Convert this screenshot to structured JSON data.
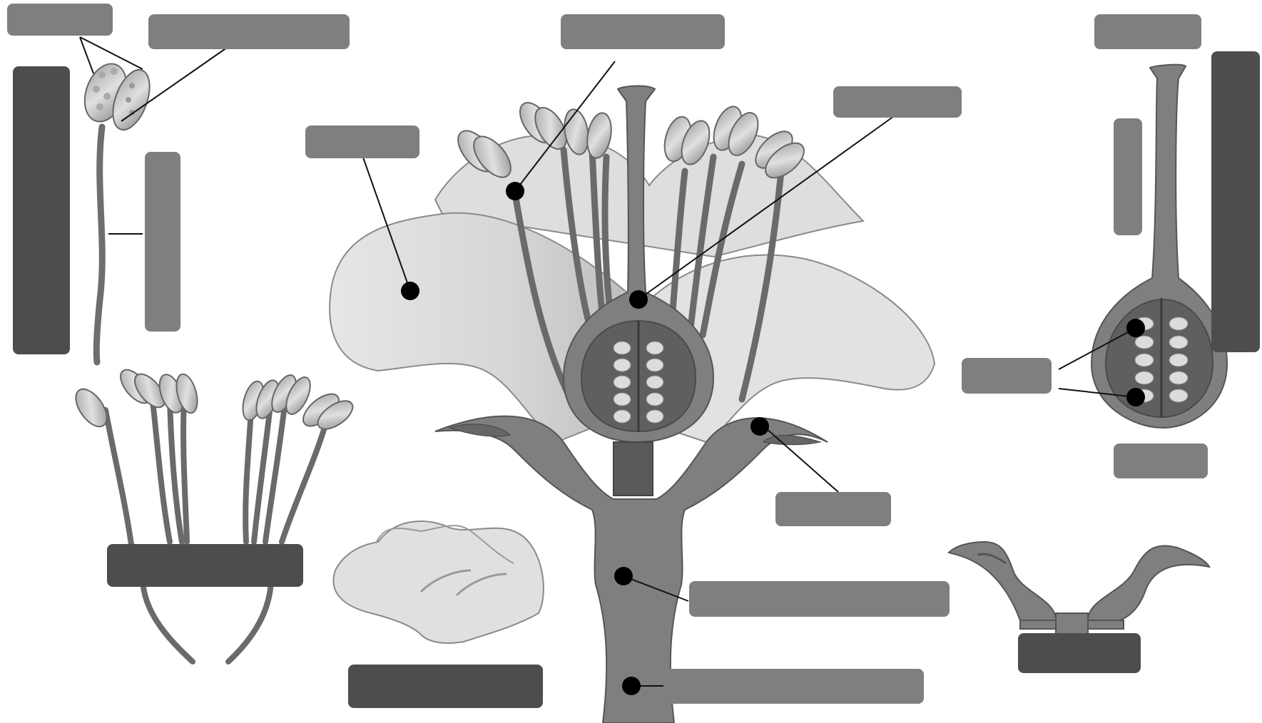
{
  "diagram": {
    "title": "",
    "colors": {
      "background": "#ffffff",
      "label_box": "#7f7f7f",
      "label_box_dark": "#4d4d4d",
      "organ_fill": "#808080",
      "organ_dark": "#5a5a5a",
      "petal_light": "#e0e0e0",
      "petal_shade": "#c6c6c6",
      "outline": "#555555",
      "marker": "#000000",
      "ovule": "#dcdcdc"
    },
    "label_boxes": [
      {
        "id": "stamen-top-left-small",
        "text": "",
        "tone": "mid"
      },
      {
        "id": "anther-label",
        "text": "",
        "tone": "mid"
      },
      {
        "id": "stamen-group-label",
        "text": "",
        "tone": "dark"
      },
      {
        "id": "filament-label",
        "text": "",
        "tone": "mid"
      },
      {
        "id": "petal-label",
        "text": "",
        "tone": "mid"
      },
      {
        "id": "stamen-center-label",
        "text": "",
        "tone": "mid"
      },
      {
        "id": "ovary-label",
        "text": "",
        "tone": "mid"
      },
      {
        "id": "pistil-top-label",
        "text": "",
        "tone": "mid"
      },
      {
        "id": "pistil-group-label",
        "text": "",
        "tone": "dark"
      },
      {
        "id": "style-label",
        "text": "",
        "tone": "mid"
      },
      {
        "id": "ovule-label",
        "text": "",
        "tone": "mid"
      },
      {
        "id": "ovary-bottom-label",
        "text": "",
        "tone": "mid"
      },
      {
        "id": "sepal-label",
        "text": "",
        "tone": "mid"
      },
      {
        "id": "receptacle-label",
        "text": "",
        "tone": "mid"
      },
      {
        "id": "stalk-label",
        "text": "",
        "tone": "mid"
      },
      {
        "id": "androecium-label",
        "text": "",
        "tone": "dark"
      },
      {
        "id": "corolla-label",
        "text": "",
        "tone": "dark"
      },
      {
        "id": "calyx-label",
        "text": "",
        "tone": "dark"
      }
    ]
  }
}
